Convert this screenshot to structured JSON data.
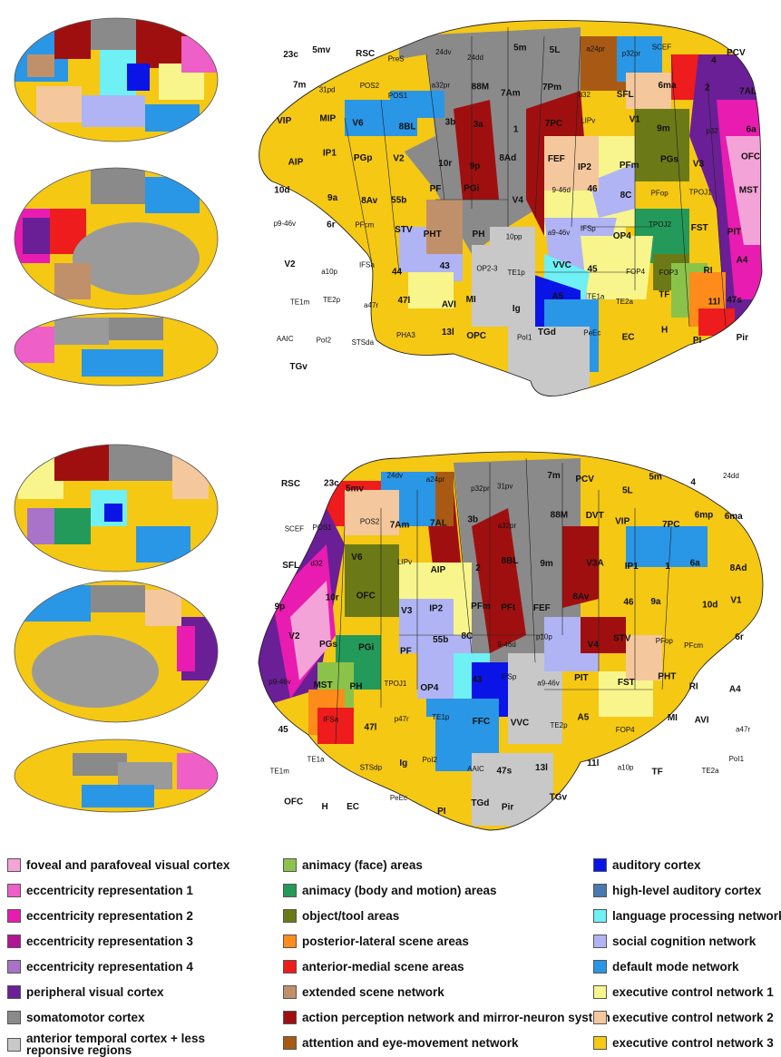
{
  "legend": [
    {
      "label": "foveal and parafoveal visual cortex",
      "color": "#f4a3d8"
    },
    {
      "label": "eccentricity representation 1",
      "color": "#ee5fc8"
    },
    {
      "label": "eccentricity representation 2",
      "color": "#e81cb0"
    },
    {
      "label": "eccentricity representation 3",
      "color": "#b21496"
    },
    {
      "label": "eccentricity representation 4",
      "color": "#a873c8"
    },
    {
      "label": "peripheral visual cortex",
      "color": "#6a1f96"
    },
    {
      "label": "somatomotor cortex",
      "color": "#8a8a8a"
    },
    {
      "label": "anterior temporal cortex + less reponsive regions",
      "color": "#c8c8c8"
    },
    {
      "label": "animacy (face) areas",
      "color": "#8bc34a"
    },
    {
      "label": "animacy (body and motion) areas",
      "color": "#239a5a"
    },
    {
      "label": "object/tool areas",
      "color": "#6b7a16"
    },
    {
      "label": "posterior-lateral scene areas",
      "color": "#ff8c1a"
    },
    {
      "label": "anterior-medial scene areas",
      "color": "#ee1c1c"
    },
    {
      "label": "extended scene network",
      "color": "#c0906a"
    },
    {
      "label": "action perception network and mirror-neuron system",
      "color": "#a00f0f"
    },
    {
      "label": "attention and eye-movement network",
      "color": "#a85a14"
    },
    {
      "label": "auditory cortex",
      "color": "#0a14e6"
    },
    {
      "label": "high-level auditory cortex",
      "color": "#4a78b0"
    },
    {
      "label": "language processing network",
      "color": "#6ef0f5"
    },
    {
      "label": "social cognition network",
      "color": "#b0b4f4"
    },
    {
      "label": "default mode network",
      "color": "#2a96e6"
    },
    {
      "label": "executive control network 1",
      "color": "#f8f58c"
    },
    {
      "label": "executive control network 2",
      "color": "#f4c89c"
    },
    {
      "label": "executive control network 3",
      "color": "#f5c814"
    }
  ],
  "top_flatmap_labels": [
    "23c",
    "5mv",
    "RSC",
    "PreS",
    "24dv",
    "24dd",
    "5m",
    "5L",
    "a24pr",
    "p32pr",
    "SCEF",
    "4",
    "PCV",
    "7m",
    "31pd",
    "POS2",
    "POS1",
    "a32pr",
    "88M",
    "7Am",
    "7Pm",
    "d32",
    "SFL",
    "6ma",
    "2",
    "7AL",
    "VIP",
    "MIP",
    "V6",
    "8BL",
    "3b",
    "3a",
    "1",
    "7PC",
    "LIPv",
    "V1",
    "9m",
    "p32",
    "6a",
    "AIP",
    "IP1",
    "PGp",
    "V2",
    "10r",
    "9p",
    "8Ad",
    "FEF",
    "IP2",
    "PFm",
    "PGs",
    "V3",
    "OFC",
    "10d",
    "9a",
    "8Av",
    "55b",
    "PF",
    "PGi",
    "V4",
    "9-46d",
    "46",
    "8C",
    "PFop",
    "TPOJ1",
    "MST",
    "p9-46v",
    "6r",
    "PFcm",
    "STV",
    "PHT",
    "PH",
    "10pp",
    "a9-46v",
    "IFSp",
    "OP4",
    "TPOJ2",
    "FST",
    "PIT",
    "V2",
    "a10p",
    "IFSa",
    "44",
    "43",
    "OP2-3",
    "TE1p",
    "VVC",
    "45",
    "FOP4",
    "FOP3",
    "RI",
    "A4",
    "TE1m",
    "TE2p",
    "a47r",
    "47l",
    "AVI",
    "MI",
    "Ig",
    "A5",
    "TE1a",
    "TE2a",
    "TF",
    "11l",
    "47s",
    "AAIC",
    "PoI2",
    "STSda",
    "PHA3",
    "13l",
    "OPC",
    "PoI1",
    "TGd",
    "PeEc",
    "EC",
    "H",
    "PI",
    "Pir",
    "TGv"
  ],
  "bottom_flatmap_labels": [
    "RSC",
    "23c",
    "5mv",
    "24dv",
    "a24pr",
    "p32pr",
    "31pv",
    "7m",
    "PCV",
    "5L",
    "5m",
    "4",
    "24dd",
    "SCEF",
    "POS1",
    "POS2",
    "7Am",
    "7AL",
    "3b",
    "a32pr",
    "88M",
    "DVT",
    "VIP",
    "7PC",
    "6mp",
    "6ma",
    "SFL",
    "d32",
    "V6",
    "LIPv",
    "AIP",
    "2",
    "8BL",
    "9m",
    "V3A",
    "IP1",
    "1",
    "6a",
    "8Ad",
    "9p",
    "10r",
    "OFC",
    "V3",
    "IP2",
    "PFm",
    "PFt",
    "FEF",
    "8Av",
    "46",
    "9a",
    "10d",
    "V1",
    "V2",
    "PGs",
    "PGi",
    "PF",
    "55b",
    "8C",
    "9-46d",
    "p10p",
    "V4",
    "STV",
    "PFop",
    "PFcm",
    "6r",
    "p9-46v",
    "MST",
    "PH",
    "TPOJ1",
    "OP4",
    "43",
    "IFSp",
    "a9-46v",
    "PIT",
    "FST",
    "PHT",
    "RI",
    "A4",
    "45",
    "IFSa",
    "47l",
    "p47r",
    "TE1p",
    "FFC",
    "VVC",
    "TE2p",
    "A5",
    "FOP4",
    "MI",
    "AVI",
    "a47r",
    "TE1m",
    "TE1a",
    "STSdp",
    "Ig",
    "PoI2",
    "AAIC",
    "47s",
    "13l",
    "11l",
    "a10p",
    "TF",
    "TE2a",
    "PoI1",
    "OFC",
    "H",
    "EC",
    "PeEc",
    "PI",
    "TGd",
    "Pir",
    "TGv"
  ]
}
